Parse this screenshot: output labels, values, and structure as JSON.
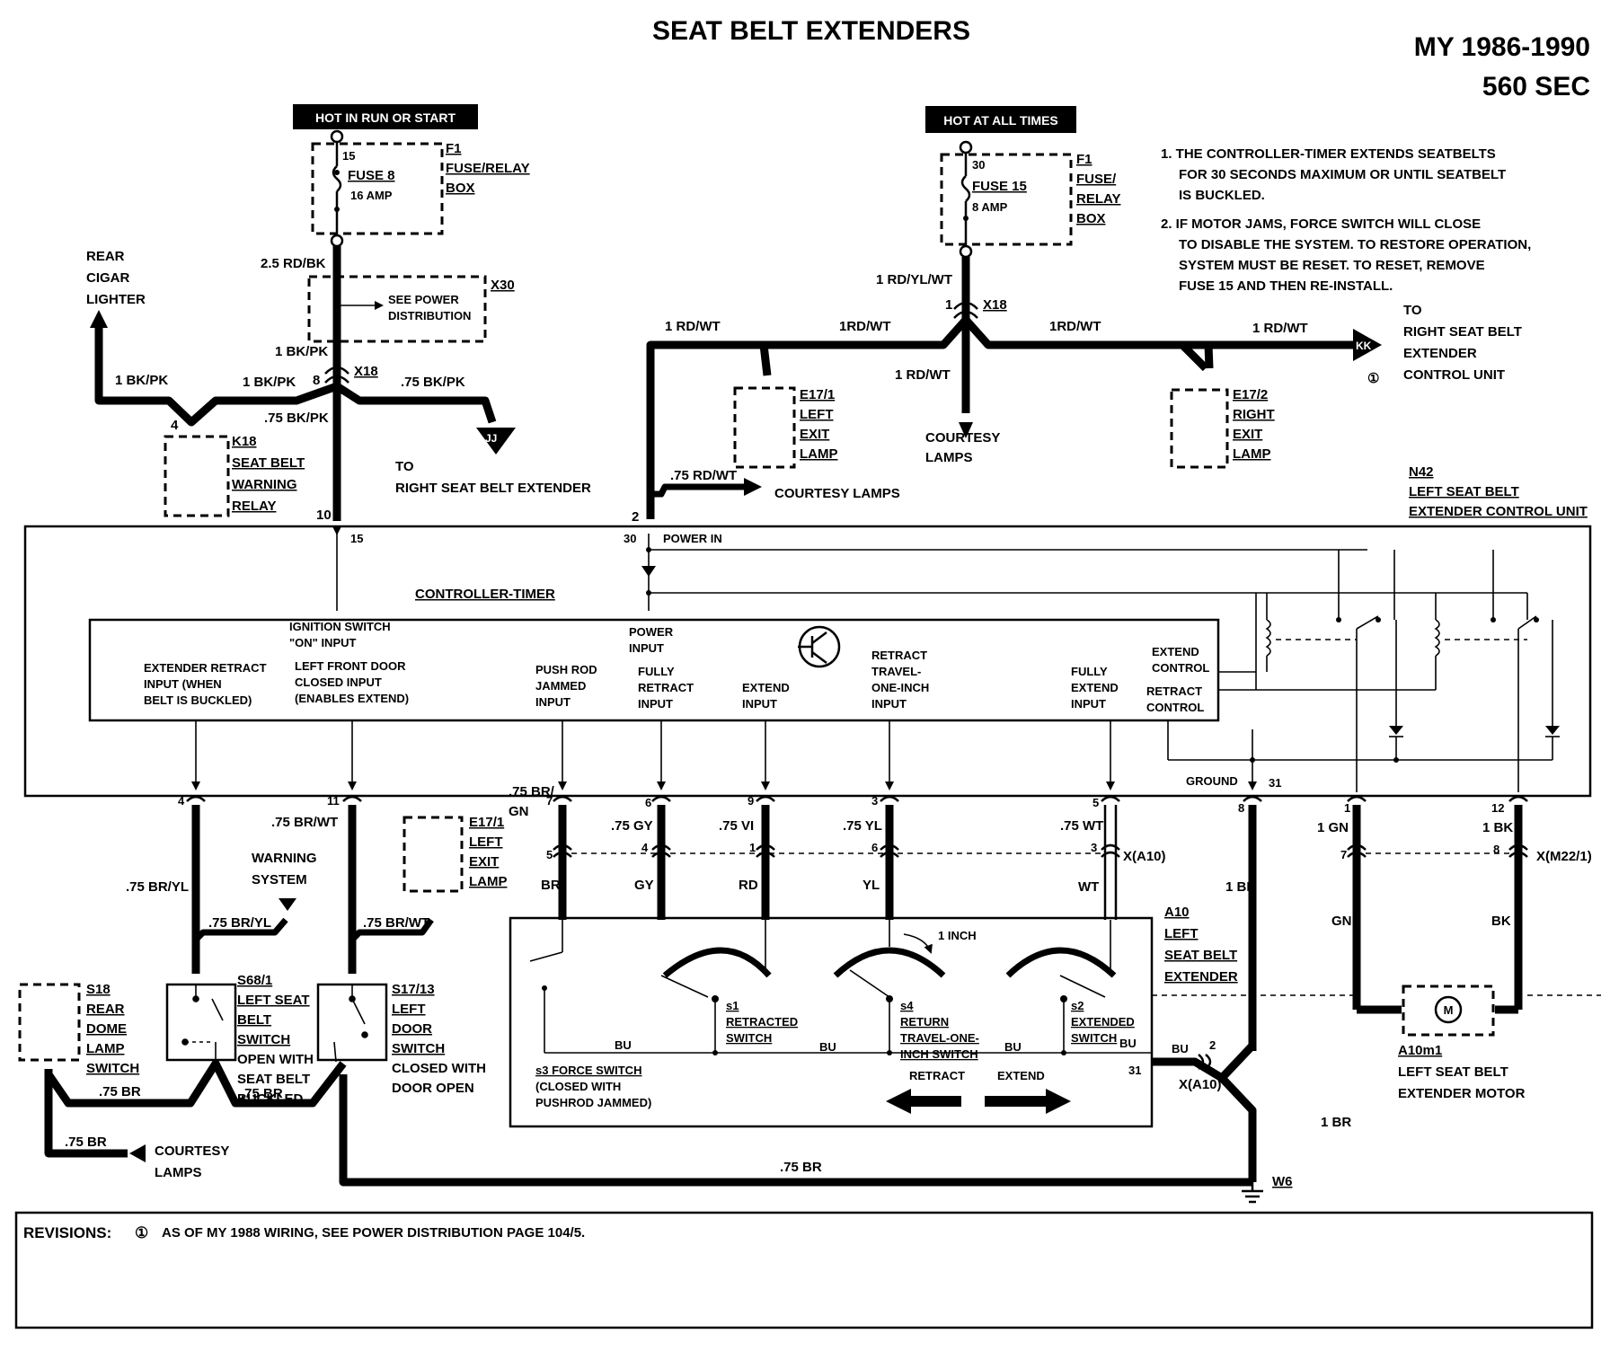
{
  "title": "SEAT BELT EXTENDERS",
  "model": {
    "years": "MY 1986-1990",
    "name": "560 SEC"
  },
  "hot_run_start": "HOT IN RUN OR START",
  "hot_all_times": "HOT AT ALL TIMES",
  "notes": [
    [
      "1. THE CONTROLLER-TIMER EXTENDS SEATBELTS",
      "FOR 30 SECONDS MAXIMUM OR UNTIL SEATBELT",
      "IS BUCKLED."
    ],
    [
      "2. IF MOTOR JAMS, FORCE SWITCH WILL CLOSE",
      "TO DISABLE THE SYSTEM. TO RESTORE OPERATION,",
      "SYSTEM MUST BE RESET. TO RESET, REMOVE",
      "FUSE 15 AND THEN RE-INSTALL."
    ]
  ],
  "fuse8": {
    "pin": "15",
    "name": "FUSE 8",
    "amp": "16 AMP",
    "box": [
      "F1",
      "FUSE/RELAY",
      "BOX"
    ]
  },
  "fuse15": {
    "pin": "30",
    "name": "FUSE 15",
    "amp": "8 AMP",
    "box": [
      "F1",
      "FUSE/",
      "RELAY",
      "BOX"
    ]
  },
  "x30": {
    "label": "X30",
    "text": [
      "SEE POWER",
      "DISTRIBUTION"
    ]
  },
  "rear_cigar": [
    "REAR",
    "CIGAR",
    "LIGHTER"
  ],
  "k18": {
    "pin": "4",
    "lines": [
      "K18",
      "SEAT BELT",
      "WARNING",
      "RELAY"
    ]
  },
  "right_seat_ext": {
    "connector": "JJ",
    "lines": [
      "TO",
      "RIGHT SEAT BELT EXTENDER"
    ]
  },
  "to_right_unit": {
    "connector": "KK",
    "note": "①",
    "lines": [
      "TO",
      "RIGHT SEAT BELT",
      "EXTENDER",
      "CONTROL UNIT"
    ]
  },
  "e171": [
    "E17/1",
    "LEFT",
    "EXIT",
    "LAMP"
  ],
  "e172": [
    "E17/2",
    "RIGHT",
    "EXIT",
    "LAMP"
  ],
  "courtesy_lamps": [
    "COURTESY",
    "LAMPS"
  ],
  "courtesy_lamps_line": "COURTESY LAMPS",
  "n42": [
    "N42",
    "LEFT SEAT BELT",
    "EXTENDER CONTROL UNIT"
  ],
  "wires": {
    "w25rdbk": "2.5 RD/BK",
    "w1bkpk": "1 BK/PK",
    "w1bkpk_a": "1 BK/PK",
    "w1bkpk_b": "1 BK/PK",
    "w75bkpk": ".75 BK/PK",
    "w75bkpk_b": ".75 BK/PK",
    "w1rdylwt": "1 RD/YL/WT",
    "w1rdwt_a": "1 RD/WT",
    "w1rdwt_b": "1RD/WT",
    "w1rdwt_c": "1RD/WT",
    "w1rdwt_d": "1 RD/WT",
    "w1rdwt_e": "1 RD/WT",
    "w75rdwt": ".75 RD/WT",
    "w75brwt": ".75 BR/WT",
    "w75brwt_b": ".75 BR/WT",
    "w75bryl": ".75 BR/YL",
    "w75bryl_b": ".75 BR/YL",
    "w75brgn": ".75 BR/",
    "w75brgn2": "GN",
    "w75gy": ".75 GY",
    "w75vi": ".75 VI",
    "w75yl": ".75 YL",
    "w75wt": ".75 WT",
    "w1gn": "1 GN",
    "w1bk": "1 BK",
    "w1br": "1 BR",
    "w1br_b": "1 BR",
    "w75br": ".75 BR",
    "w75br_b": ".75 BR",
    "w75br_c": ".75 BR",
    "w75br_d": ".75 BR",
    "br": "BR",
    "gy": "GY",
    "rd": "RD",
    "yl": "YL",
    "wt": "WT",
    "gn": "GN",
    "bk": "BK",
    "bu1": "BU",
    "bu2": "BU",
    "bu3": "BU",
    "bu4": "BU",
    "bu5": "BU"
  },
  "x18": "X18",
  "x18b": "X18",
  "xa10": "X(A10)",
  "xa10b": "X(A10)",
  "xm22": "X(M22/1)",
  "pins": {
    "p8": "8",
    "p10": "10",
    "p15": "15",
    "p2": "2",
    "p30": "30",
    "p1": "1",
    "p4": "4",
    "p11": "11",
    "p7": "7",
    "p6": "6",
    "p9": "9",
    "p3": "3",
    "p5": "5",
    "pb5": "5",
    "pb4": "4",
    "pb1": "1",
    "pb6": "6",
    "pb3": "3",
    "pg8": "8",
    "pg31": "31",
    "pm1": "1",
    "pm12": "12",
    "pm7": "7",
    "pm8": "8",
    "pa2": "2",
    "pa31": "31"
  },
  "power_in": "POWER IN",
  "ground": "GROUND",
  "controller": "CONTROLLER-TIMER",
  "inputs": {
    "ext_retract": [
      "EXTENDER RETRACT",
      "INPUT (WHEN",
      "BELT IS BUCKLED)"
    ],
    "ign": [
      "IGNITION SWITCH",
      "\"ON\" INPUT"
    ],
    "door": [
      "LEFT FRONT DOOR",
      "CLOSED INPUT",
      "(ENABLES EXTEND)"
    ],
    "pushrod": [
      "PUSH ROD",
      "JAMMED",
      "INPUT"
    ],
    "power": [
      "POWER",
      "INPUT"
    ],
    "fully_retract": [
      "FULLY",
      "RETRACT",
      "INPUT"
    ],
    "extend": [
      "EXTEND",
      "INPUT"
    ],
    "retract_travel": [
      "RETRACT",
      "TRAVEL-",
      "ONE-INCH",
      "INPUT"
    ],
    "fully_extend": [
      "FULLY",
      "EXTEND",
      "INPUT"
    ],
    "extend_ctrl": [
      "EXTEND",
      "CONTROL"
    ],
    "retract_ctrl": [
      "RETRACT",
      "CONTROL"
    ]
  },
  "warning_system": [
    "WARNING",
    "SYSTEM"
  ],
  "e171b": [
    "E17/1",
    "LEFT",
    "EXIT",
    "LAMP"
  ],
  "s18": [
    "S18",
    "REAR",
    "DOME",
    "LAMP",
    "SWITCH"
  ],
  "s681": [
    "S68/1",
    "LEFT SEAT",
    "BELT",
    "SWITCH",
    "OPEN WITH",
    "SEAT BELT",
    "BUCKLED"
  ],
  "s1713": [
    "S17/13",
    "LEFT",
    "DOOR",
    "SWITCH",
    "CLOSED WITH",
    "DOOR OPEN"
  ],
  "a10": [
    "A10",
    "LEFT",
    "SEAT BELT",
    "EXTENDER"
  ],
  "switches": {
    "s1": [
      "s1",
      "RETRACTED",
      "SWITCH"
    ],
    "s4": [
      "s4",
      "RETURN",
      "TRAVEL-ONE-",
      "INCH SWITCH"
    ],
    "s2": [
      "s2",
      "EXTENDED",
      "SWITCH"
    ],
    "s3": [
      "s3 FORCE SWITCH",
      "(CLOSED WITH",
      "PUSHROD JAMMED)"
    ],
    "inch": "1 INCH",
    "retract": "RETRACT",
    "extend": "EXTEND"
  },
  "motor": {
    "symbol": "M",
    "lines": [
      "A10m1",
      "LEFT SEAT BELT",
      "EXTENDER MOTOR"
    ]
  },
  "w6": "W6",
  "courtesy_bottom": [
    "COURTESY",
    "LAMPS"
  ],
  "revisions": {
    "label": "REVISIONS:",
    "mark": "①",
    "text": "AS OF MY 1988 WIRING, SEE POWER DISTRIBUTION PAGE 104/5."
  }
}
